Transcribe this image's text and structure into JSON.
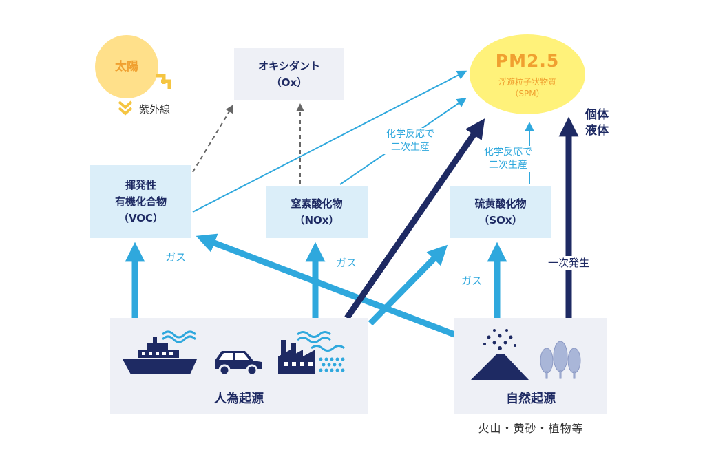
{
  "sun": {
    "label": "太陽",
    "uv_label": "紫外線"
  },
  "oxidant": {
    "line1": "オキシダント",
    "line2": "（Ox）"
  },
  "pm": {
    "title": "PM2.5",
    "line1": "浮遊粒子状物質",
    "line2": "（SPM）"
  },
  "phase_label": {
    "line1": "個体",
    "line2": "液体"
  },
  "voc": {
    "line1": "揮発性",
    "line2": "有機化合物",
    "line3": "（VOC）"
  },
  "nox": {
    "line1": "窒素酸化物",
    "line2": "（NOx）"
  },
  "sox": {
    "line1": "硫黄酸化物",
    "line2": "（SOx）"
  },
  "chem_reaction_nox": {
    "line1": "化学反応で",
    "line2": "二次生産"
  },
  "chem_reaction_sox": {
    "line1": "化学反応で",
    "line2": "二次生産"
  },
  "gas_labels": [
    "ガス",
    "ガス",
    "ガス"
  ],
  "primary_label": "一次発生",
  "anthropogenic": {
    "label": "人為起源",
    "icons": [
      "ship-icon",
      "car-icon",
      "factory-icon"
    ]
  },
  "natural": {
    "label": "自然起源",
    "caption": "火山・黄砂・植物等",
    "icons": [
      "volcano-icon",
      "trees-icon"
    ]
  },
  "colors": {
    "light_blue": "#2fa8dd",
    "navy": "#1e2a63",
    "box_light": "#dbeef9",
    "box_gray": "#eef0f6",
    "sun": "#ffe08a",
    "sun_text": "#f0a030",
    "pm_fill": "#fff27a",
    "dashed": "#666666"
  }
}
